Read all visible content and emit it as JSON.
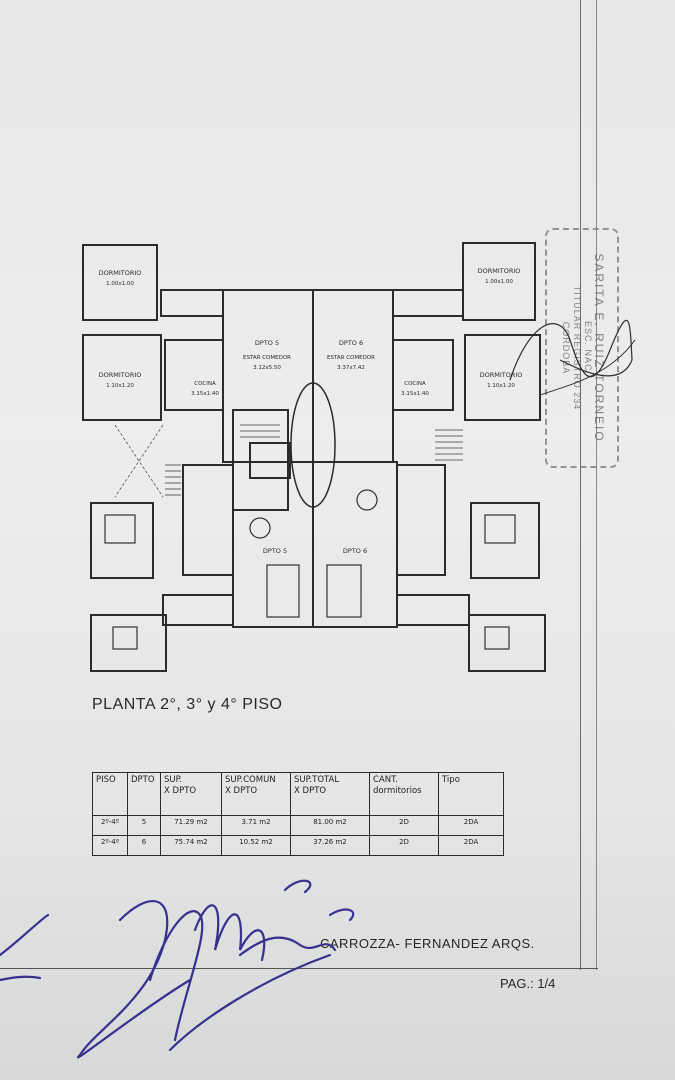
{
  "plan": {
    "title": "PLANTA 2°, 3° y 4° PISO",
    "labels": {
      "dormitorio": "DORMITORIO",
      "dorm_area_1": "1.00x1.00",
      "dorm_area_2": "1.10x1.20",
      "depto5_top": "DPTO 5",
      "depto6_top": "DPTO 6",
      "estar_comedor": "ESTAR COMEDOR",
      "estar_area_5": "3.12x5.50",
      "estar_area_6": "3.37x7.42",
      "cocina": "COCINA",
      "cocina_area": "3.15x1.40",
      "depto5_bottom": "DPTO 5",
      "depto6_bottom": "DPTO 6"
    }
  },
  "table": {
    "headers": [
      "PISO",
      "DPTO",
      "SUP.\nX DPTO",
      "SUP.COMUN\nX DPTO",
      "SUP.TOTAL\nX DPTO",
      "CANT.\ndormitorios",
      "Tipo"
    ],
    "rows": [
      [
        "2º-4º",
        "5",
        "71.29 m2",
        "3.71 m2",
        "81.00 m2",
        "2D",
        "2DA"
      ],
      [
        "2º-4º",
        "6",
        "75.74 m2",
        "10.52 m2",
        "37.26 m2",
        "2D",
        "2DA"
      ]
    ]
  },
  "office": "CARROZZA- FERNANDEZ ARQS.",
  "page": "PAG.: 1/4",
  "stamp": {
    "line1": "SARITA E. RUIZ TORNEIO",
    "line2": "ESC. NAC.",
    "line3": "TITULAR REGISTRO 234",
    "line4": "CORDOBA"
  },
  "colors": {
    "paper": "#e9eaea",
    "ink": "#2b2b2b",
    "signature": "#3a2f8f"
  }
}
